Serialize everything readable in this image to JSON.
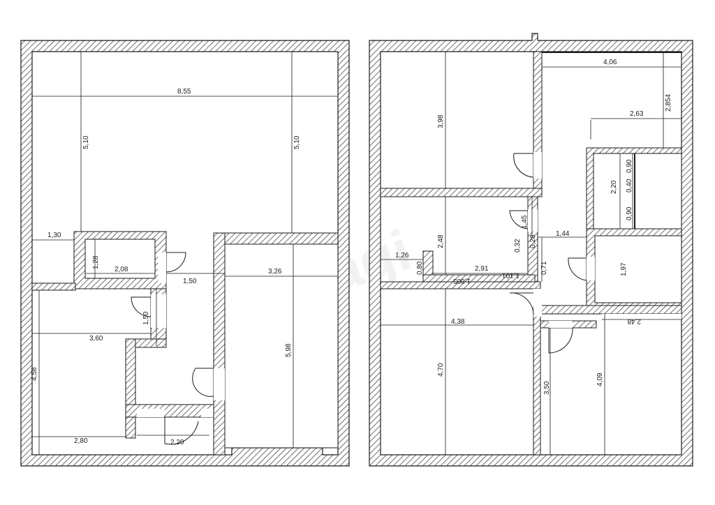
{
  "watermark": "etagi",
  "colors": {
    "wall_hatch": "#4a4a4a",
    "wall_fill": "#ffffff",
    "line": "#1a1a1a"
  },
  "floor_1": {
    "dimensions": {
      "total_width": "8,55",
      "left_height": "5,10",
      "right_height": "5,10",
      "small_room_width": "1,30",
      "closet_height": "1,28",
      "closet_width": "2,08",
      "hall_width": "1,50",
      "right_room_width": "3,26",
      "left_room_width": "3,60",
      "step_height": "1,50",
      "left_room_height": "4,58",
      "right_room_height": "5,98",
      "bottom_left_width": "2,80",
      "entry_width": "2,20"
    }
  },
  "floor_2": {
    "dimensions": {
      "top_right_width": "4,06",
      "top_right_height": "2,854",
      "mid_right_width": "2,63",
      "top_left_height": "3,98",
      "bath_top_height": "0,90",
      "bath_mid_height": "0,40",
      "bath_total_height": "2,20",
      "bath_bottom_height": "0,90",
      "mid_room_height": "2,48",
      "niche_height": "1,45",
      "hall_width": "1,44",
      "small_gap": "0,32",
      "small_gap_2": "0,28",
      "ledge_width": "1,26",
      "ledge_height": "0,80",
      "mid_room_width": "2,91",
      "mid_diag_1": "1,101",
      "mid_diag_2": "1,805",
      "hall_height": "0,71",
      "wc_height": "1,97",
      "bottom_left_width": "4,38",
      "bottom_right_width": "2,48",
      "bottom_left_height": "4,70",
      "bottom_mid_height": "3,50",
      "bottom_right_height": "4,09"
    }
  }
}
